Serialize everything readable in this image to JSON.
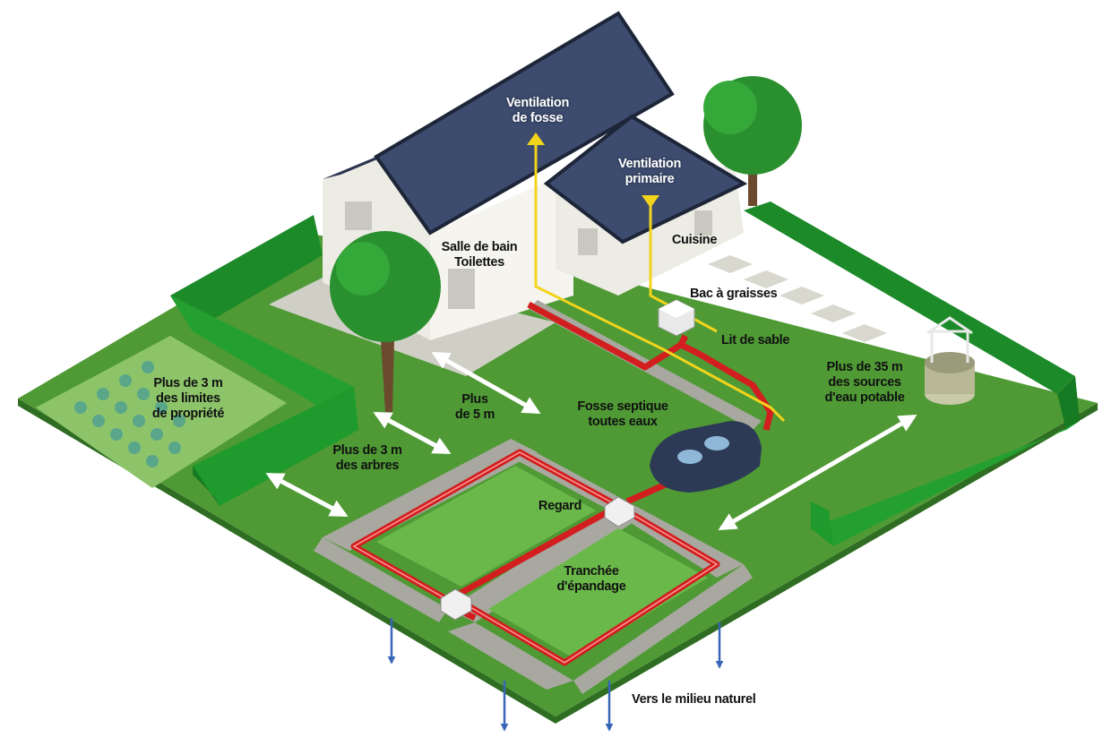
{
  "labels": {
    "vent_fosse": [
      "Ventilation",
      "de fosse"
    ],
    "vent_primaire": [
      "Ventilation",
      "primaire"
    ],
    "salle_de_bain": [
      "Salle de bain",
      "Toilettes"
    ],
    "cuisine": "Cuisine",
    "bac_graisses": "Bac à graisses",
    "lit_sable": "Lit de sable",
    "plus_35m": [
      "Plus de 35 m",
      "des sources",
      "d'eau potable"
    ],
    "plus_3m_limites": [
      "Plus de 3 m",
      "des limites",
      "de propriété"
    ],
    "plus_5m": [
      "Plus",
      "de 5 m"
    ],
    "fosse_septique": [
      "Fosse septique",
      "toutes eaux"
    ],
    "plus_3m_arbres": [
      "Plus de 3 m",
      "des arbres"
    ],
    "regard": "Regard",
    "tranchee": [
      "Tranchée",
      "d'épandage"
    ],
    "milieu_naturel": "Vers le milieu naturel"
  },
  "colors": {
    "lawn": "#4f9a35",
    "lawn_light": "#6bb84a",
    "hedge": "#1f8f2a",
    "roof": "#3d4c6e",
    "wall": "#ecebe4",
    "pipe_red": "#d21e1e",
    "vent_yellow": "#f2d41c",
    "trench": "#a8a8a0",
    "arrow_blue": "#3a66b8",
    "tank": "#2d3a55"
  }
}
